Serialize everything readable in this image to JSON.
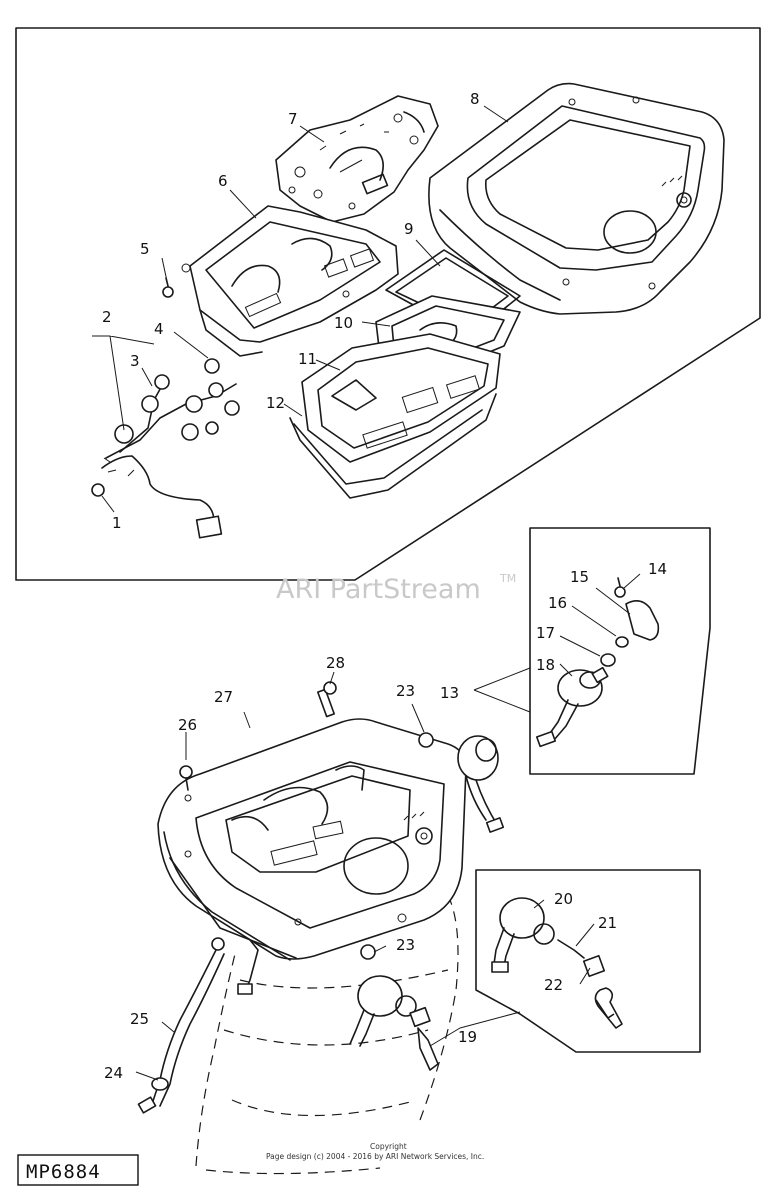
{
  "diagram": {
    "part_number": "MP6884",
    "watermark": "ARI PartStream",
    "watermark_tm": "TM",
    "copyright_line1": "Copyright",
    "copyright_line2": "Page design (c) 2004 - 2016 by ARI Network Services, Inc.",
    "callouts": [
      {
        "id": "c1",
        "label": "1"
      },
      {
        "id": "c2",
        "label": "2"
      },
      {
        "id": "c3",
        "label": "3"
      },
      {
        "id": "c4",
        "label": "4"
      },
      {
        "id": "c5",
        "label": "5"
      },
      {
        "id": "c6",
        "label": "6"
      },
      {
        "id": "c7",
        "label": "7"
      },
      {
        "id": "c8",
        "label": "8"
      },
      {
        "id": "c9",
        "label": "9"
      },
      {
        "id": "c10",
        "label": "10"
      },
      {
        "id": "c11",
        "label": "11"
      },
      {
        "id": "c12",
        "label": "12"
      },
      {
        "id": "c13",
        "label": "13"
      },
      {
        "id": "c14",
        "label": "14"
      },
      {
        "id": "c15",
        "label": "15"
      },
      {
        "id": "c16",
        "label": "16"
      },
      {
        "id": "c17",
        "label": "17"
      },
      {
        "id": "c18",
        "label": "18"
      },
      {
        "id": "c19",
        "label": "19"
      },
      {
        "id": "c20",
        "label": "20"
      },
      {
        "id": "c21",
        "label": "21"
      },
      {
        "id": "c22",
        "label": "22"
      },
      {
        "id": "c23a",
        "label": "23"
      },
      {
        "id": "c23b",
        "label": "23"
      },
      {
        "id": "c24",
        "label": "24"
      },
      {
        "id": "c25",
        "label": "25"
      },
      {
        "id": "c26",
        "label": "26"
      },
      {
        "id": "c27",
        "label": "27"
      },
      {
        "id": "c28",
        "label": "28"
      }
    ]
  }
}
